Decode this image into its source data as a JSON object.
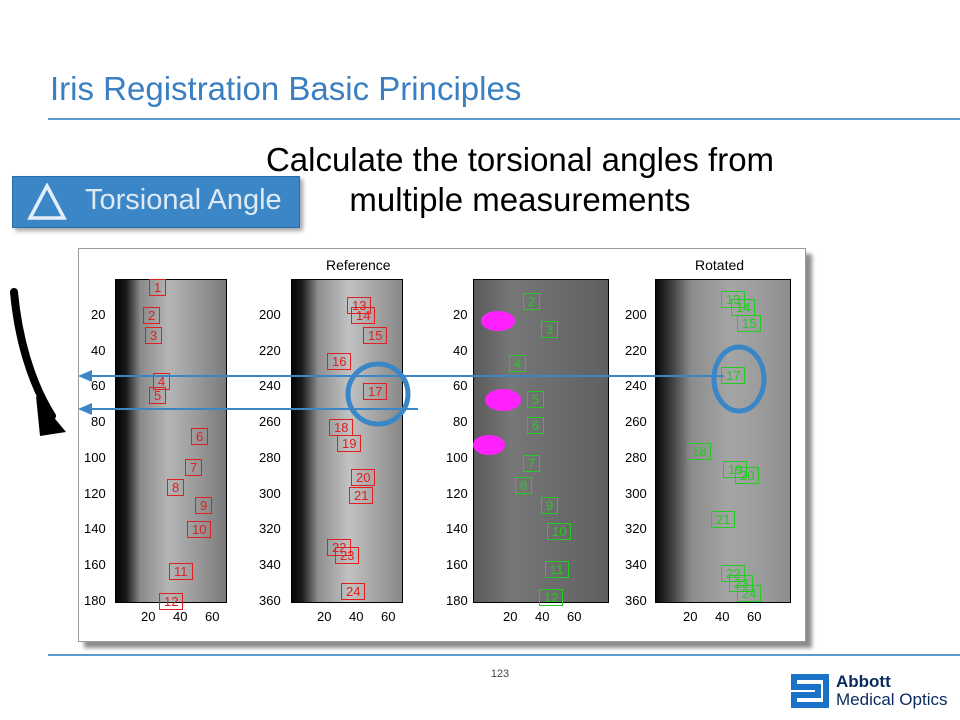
{
  "slide": {
    "title": "Iris Registration Basic Principles",
    "subtitle_line1": "Calculate the torsional angles from",
    "subtitle_line2": "multiple measurements",
    "badge_label": "Torsional Angle",
    "badge_icon": "delta-triangle-icon",
    "page_number": "123"
  },
  "figure": {
    "reference_title": "Reference",
    "rotated_title": "Rotated",
    "panels": [
      {
        "y_ticks": [
          "20",
          "40",
          "60",
          "80",
          "100",
          "120",
          "140",
          "160",
          "180"
        ],
        "x_ticks": [
          "20",
          "40",
          "60"
        ],
        "box_color": "red",
        "boxes": [
          "1",
          "2",
          "3",
          "4",
          "5",
          "6",
          "7",
          "8",
          "9",
          "10",
          "11",
          "12"
        ]
      },
      {
        "y_ticks": [
          "200",
          "220",
          "240",
          "260",
          "280",
          "300",
          "320",
          "340",
          "360"
        ],
        "x_ticks": [
          "20",
          "40",
          "60"
        ],
        "box_color": "red",
        "boxes": [
          "13",
          "14",
          "15",
          "16",
          "17",
          "18",
          "19",
          "20",
          "21",
          "22",
          "23",
          "24"
        ]
      },
      {
        "y_ticks": [
          "20",
          "40",
          "60",
          "80",
          "100",
          "120",
          "140",
          "160",
          "180"
        ],
        "x_ticks": [
          "20",
          "40",
          "60"
        ],
        "box_color": "green",
        "boxes": [
          "2",
          "3",
          "4",
          "5",
          "6",
          "7",
          "8",
          "9",
          "10",
          "11",
          "12"
        ]
      },
      {
        "y_ticks": [
          "200",
          "220",
          "240",
          "260",
          "280",
          "300",
          "320",
          "340",
          "360"
        ],
        "x_ticks": [
          "20",
          "40",
          "60"
        ],
        "box_color": "green",
        "boxes": [
          "13",
          "14",
          "15",
          "17",
          "18",
          "19",
          "20",
          "21",
          "22",
          "23",
          "24"
        ]
      }
    ]
  },
  "logo": {
    "name": "Abbott",
    "subtitle": "Medical Optics"
  },
  "colors": {
    "title": "#3a7fc1",
    "accent": "#3b86c6",
    "reference_boxes": "#e02020",
    "rotated_boxes": "#22cc22",
    "logo": "#0a2a5c"
  }
}
